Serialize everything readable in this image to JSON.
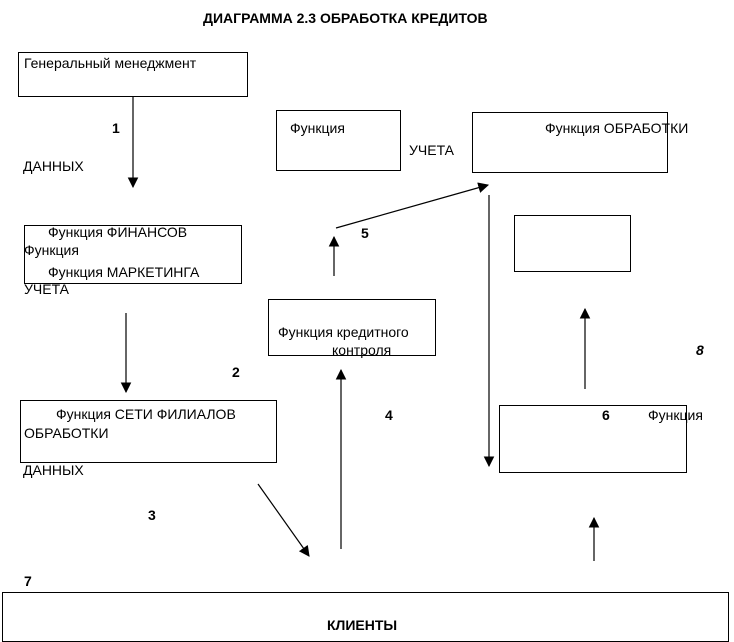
{
  "title": "ДИАГРАММА  2.3   ОБРАБОТКА  КРЕДИТОВ",
  "labels": {
    "general_management": "Генеральный  менеджмент",
    "func_left": "Функция",
    "accounting_mid": "УЧЕТА",
    "func_processing": "Функция  ОБРАБОТКИ",
    "data_1": "ДАННЫХ",
    "finance": "Функция  ФИНАНСОВ",
    "func_small": "Функция",
    "marketing": "Функция  МАРКЕТИНГА",
    "accounting_left": "УЧЕТА",
    "credit_control_1": "Функция  кредитного",
    "credit_control_2": "контроля",
    "branch_network": "Функция  СЕТИ  ФИЛИАЛОВ",
    "processing_left": "ОБРАБОТКИ",
    "data_2": "ДАННЫХ",
    "func_right": "Функция",
    "clients": "КЛИЕНТЫ"
  },
  "numbers": {
    "n1": "1",
    "n2": "2",
    "n3": "3",
    "n4": "4",
    "n5": "5",
    "n6": "6",
    "n7": "7",
    "n8": "8"
  }
}
